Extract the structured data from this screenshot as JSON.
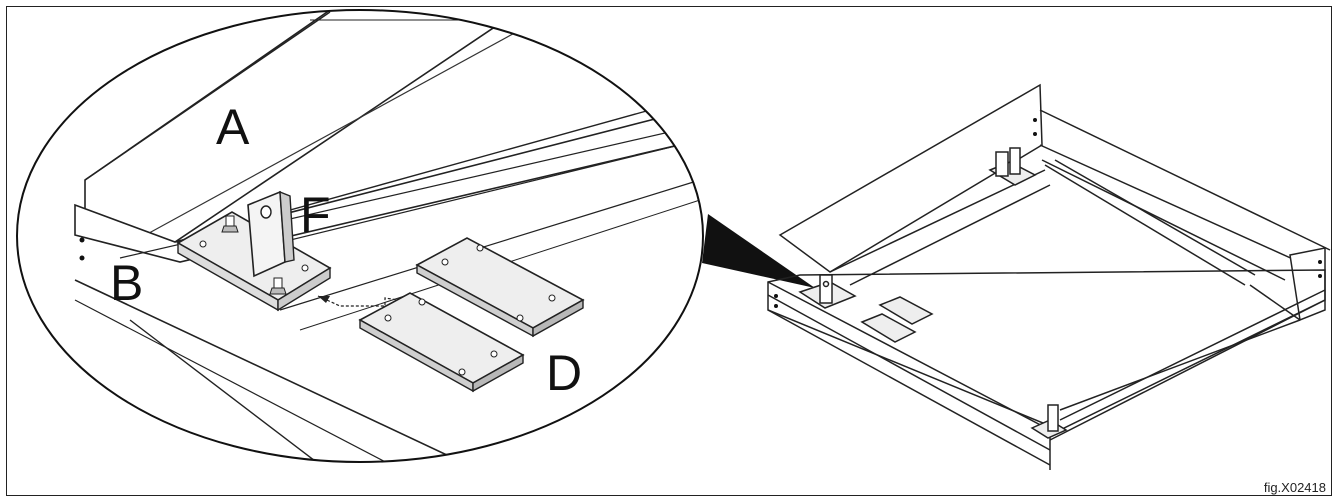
{
  "labels": {
    "a": "A",
    "b": "B",
    "d": "D",
    "f": "F"
  },
  "caption": "fig.X02418"
}
